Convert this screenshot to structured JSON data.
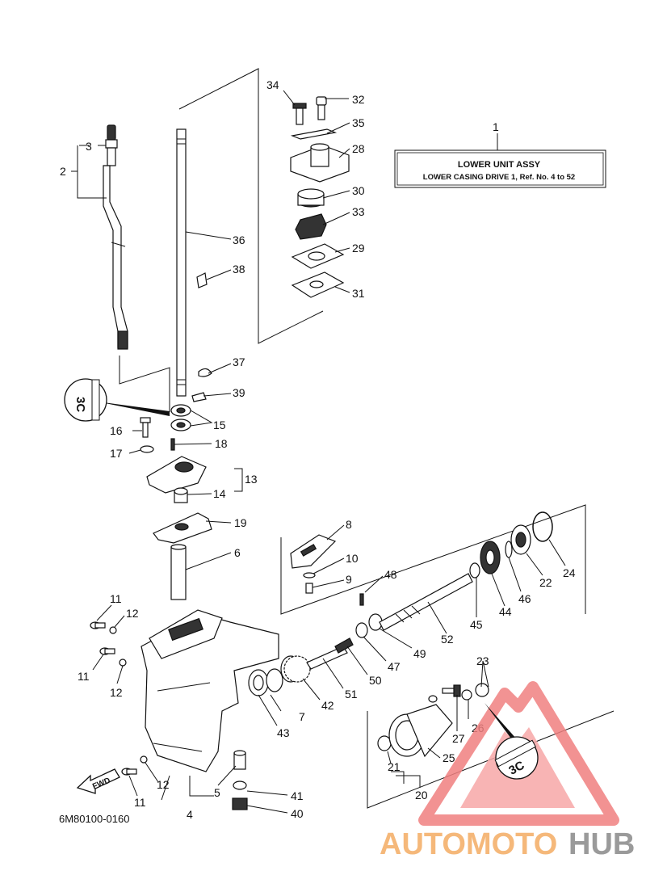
{
  "title_box": {
    "ref_number": "1",
    "title": "LOWER UNIT ASSY",
    "subtitle": "LOWER CASING DRIVE 1,  Ref. No. 4 to 52"
  },
  "diagram_code": "6M80100-0160",
  "fwd_label": "FWD",
  "watermark": {
    "part1": "AUTOMOTO",
    "part2": "HUB",
    "color1": "#f5b87a",
    "color2": "#9a9a9a",
    "triangle_color": "#f08080"
  },
  "callouts": {
    "c2": "2",
    "c3": "3",
    "c4": "4",
    "c5": "5",
    "c6": "6",
    "c7": "7",
    "c8": "8",
    "c9": "9",
    "c10": "10",
    "c11a": "11",
    "c11b": "11",
    "c11c": "11",
    "c12a": "12",
    "c12b": "12",
    "c12c": "12",
    "c13": "13",
    "c14": "14",
    "c15": "15",
    "c16": "16",
    "c17": "17",
    "c18": "18",
    "c19": "19",
    "c20": "20",
    "c21": "21",
    "c22": "22",
    "c23": "23",
    "c24": "24",
    "c25": "25",
    "c26": "26",
    "c27": "27",
    "c28": "28",
    "c29": "29",
    "c30": "30",
    "c31": "31",
    "c32": "32",
    "c33": "33",
    "c34": "34",
    "c35": "35",
    "c36": "36",
    "c37": "37",
    "c38": "38",
    "c39": "39",
    "c40": "40",
    "c41": "41",
    "c42": "42",
    "c43": "43",
    "c44": "44",
    "c45": "45",
    "c46": "46",
    "c47": "47",
    "c48": "48",
    "c49": "49",
    "c50": "50",
    "c51": "51",
    "c52": "52"
  }
}
